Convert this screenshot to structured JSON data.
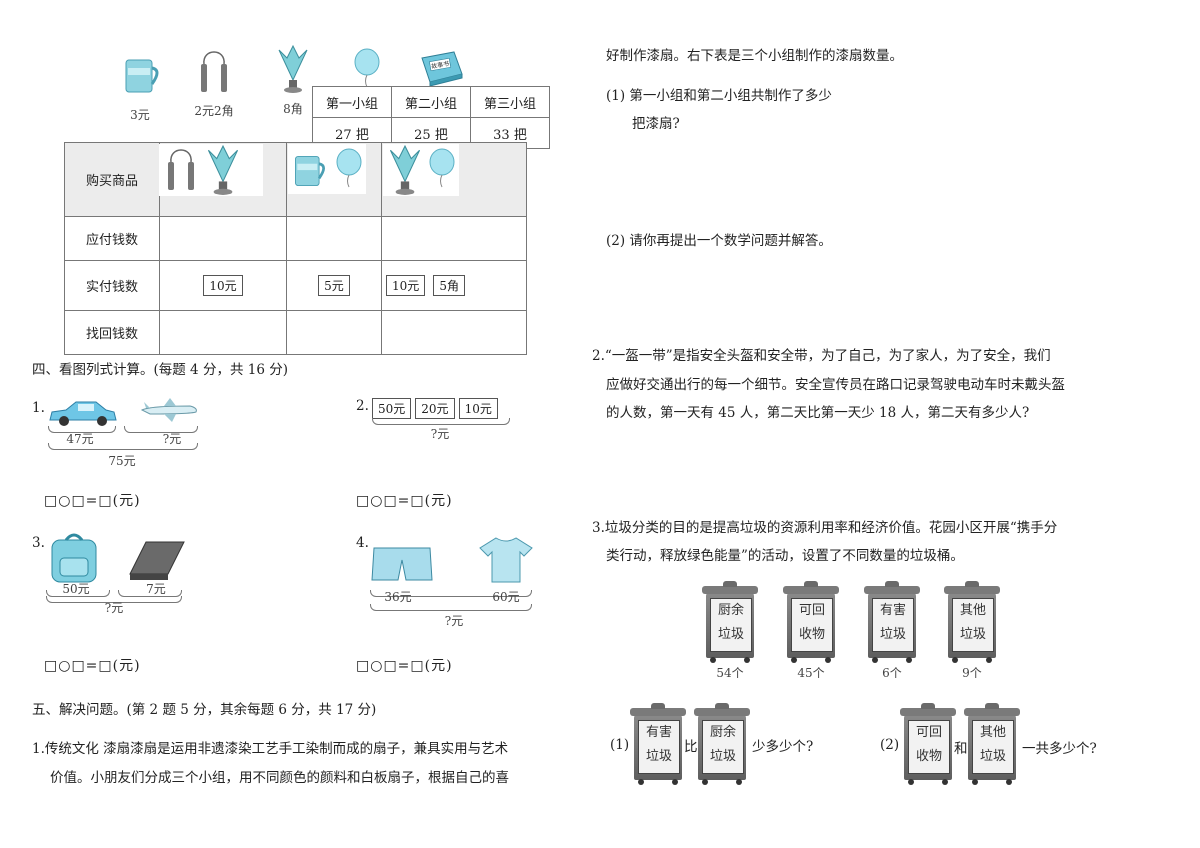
{
  "items": [
    {
      "icon": "cup-icon",
      "price": "3元"
    },
    {
      "icon": "jump-rope-icon",
      "price": "2元2角"
    },
    {
      "icon": "shuttlecock-icon",
      "price": "8角"
    },
    {
      "icon": "balloon-icon",
      "price": ""
    },
    {
      "icon": "story-book-icon",
      "book_text": "故事书",
      "price": ""
    }
  ],
  "group_table": {
    "headers": [
      "第一小组",
      "第二小组",
      "第三小组"
    ],
    "values": [
      "27 把",
      "25 把",
      "33 把"
    ]
  },
  "buy_table": {
    "rows": [
      "购买商品",
      "应付钱数",
      "实付钱数",
      "找回钱数"
    ],
    "paid": [
      [
        "10元"
      ],
      [
        "5元"
      ],
      [
        "10元",
        "5角"
      ]
    ]
  },
  "section4": {
    "title": "四、看图列式计算。(每题 4 分，共 16 分)",
    "q1": {
      "num": "1.",
      "a": "47元",
      "b": "?元",
      "total": "75元"
    },
    "q2": {
      "num": "2.",
      "bills": [
        "50元",
        "20元",
        "10元"
      ],
      "total": "?元"
    },
    "q3": {
      "num": "3.",
      "a": "50元",
      "b": "7元",
      "total": "?元"
    },
    "q4": {
      "num": "4.",
      "a": "36元",
      "b": "60元",
      "total": "?元"
    },
    "formula": "□○□=□(元)"
  },
  "section5": {
    "title": "五、解决问题。(第 2 题 5 分，其余每题 6 分，共 17 分)",
    "p1_line1": "1.传统文化  漆扇漆扇是运用非遗漆染工艺手工染制而成的扇子，兼具实用与艺术",
    "p1_line2": "价值。小朋友们分成三个小组，用不同颜色的颜料和白板扇子，根据自己的喜",
    "p1_line3": "好制作漆扇。右下表是三个小组制作的漆扇数量。",
    "p1_q1a": "(1) 第一小组和第二小组共制作了多少",
    "p1_q1b": "把漆扇?",
    "p1_q2": "(2) 请你再提出一个数学问题并解答。",
    "p2_line1": "2.“一盔一带”是指安全头盔和安全带，为了自己，为了家人，为了安全，我们",
    "p2_line2": "应做好交通出行的每一个细节。安全宣传员在路口记录驾驶电动车时未戴头盔",
    "p2_line3": "的人数，第一天有 45 人，第二天比第一天少 18 人，第二天有多少人?",
    "p3_line1": "3.垃圾分类的目的是提高垃圾的资源利用率和经济价值。花园小区开展“携手分",
    "p3_line2": "类行动，释放绿色能量”的活动，设置了不同数量的垃圾桶。",
    "bins": [
      {
        "l1": "厨余",
        "l2": "垃圾",
        "count": "54个"
      },
      {
        "l1": "可回",
        "l2": "收物",
        "count": "45个"
      },
      {
        "l1": "有害",
        "l2": "垃圾",
        "count": "6个"
      },
      {
        "l1": "其他",
        "l2": "垃圾",
        "count": "9个"
      }
    ],
    "q1": {
      "label": "(1)",
      "bin_a": [
        "有害",
        "垃圾"
      ],
      "mid": "比",
      "bin_b": [
        "厨余",
        "垃圾"
      ],
      "tail": "少多少个?"
    },
    "q2": {
      "label": "(2)",
      "bin_a": [
        "可回",
        "收物"
      ],
      "mid": "和",
      "bin_b": [
        "其他",
        "垃圾"
      ],
      "tail": "一共多少个?"
    }
  }
}
